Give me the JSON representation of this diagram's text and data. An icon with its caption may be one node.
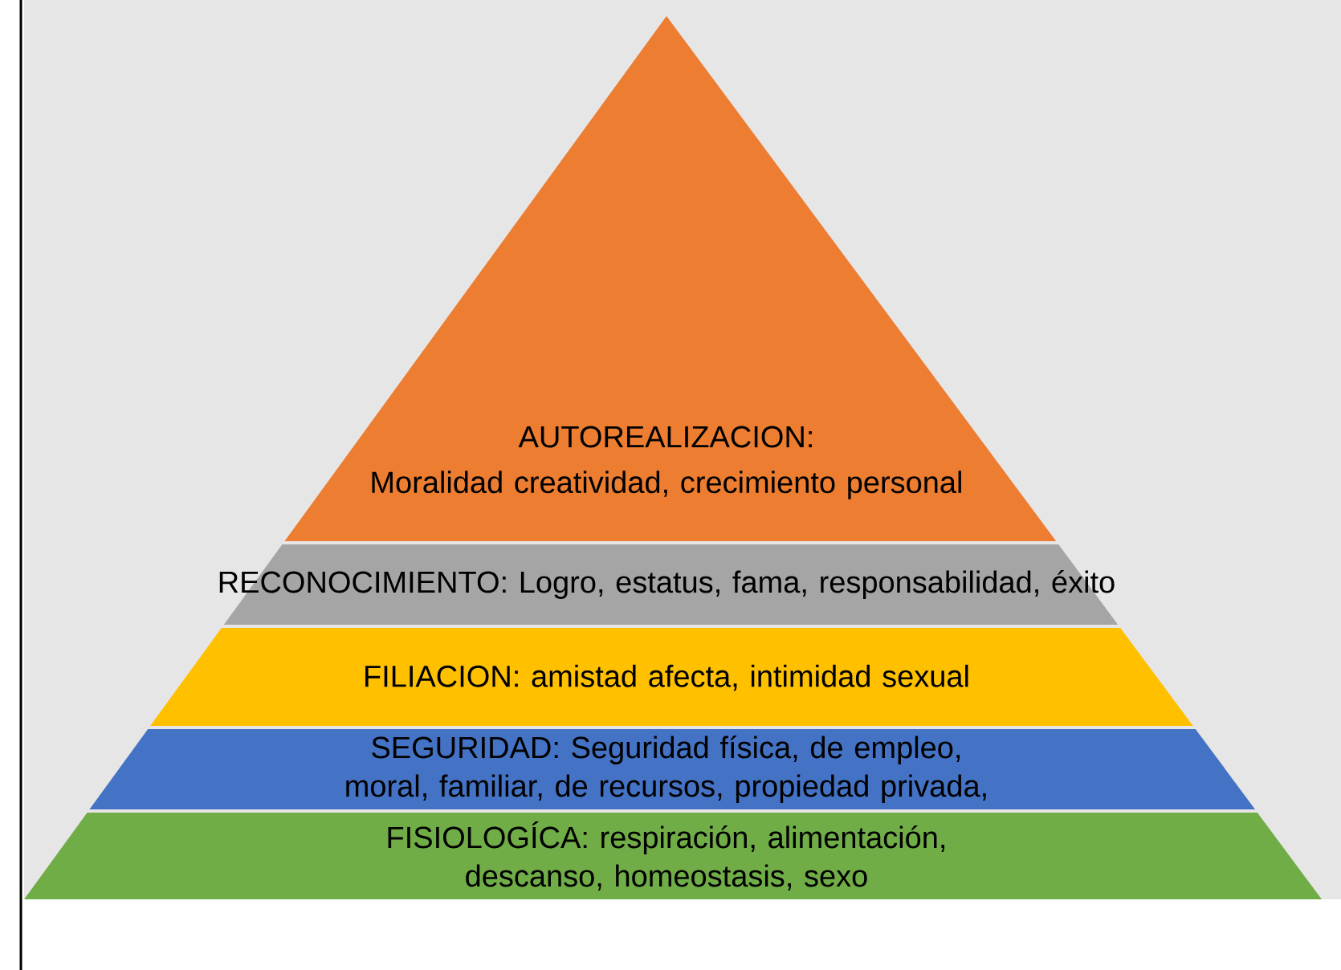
{
  "diagram": {
    "nodes": [
      {
        "text": [
          "AUTOREALIZACION:",
          "Moralidad creatividad, crecimiento personal"
        ]
      },
      {
        "text": [
          "RECONOCIMIENTO: Logro, estatus, fama, responsabilidad, éxito"
        ]
      },
      {
        "text": [
          "FILIACION: amistad afecta, intimidad sexual"
        ]
      },
      {
        "text": [
          "SEGURIDAD: Seguridad física, de empleo, moral, familiar, de recursos, propiedad privada,"
        ]
      },
      {
        "text": [
          "FISIOLOGÍCA: respiración, alimentación, descanso, homeostasis, sexo"
        ]
      }
    ]
  }
}
